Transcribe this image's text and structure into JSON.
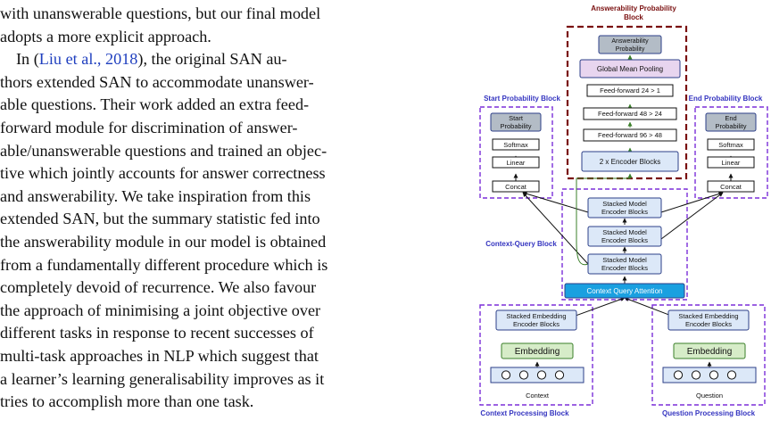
{
  "text": {
    "p0_lines": [
      "with unanswerable questions, but our final model",
      "adopts a more explicit approach."
    ],
    "p1_pre": "In (",
    "p1_cite": "Liu et al., 2018",
    "p1_post": "), the original SAN au-",
    "p1_lines": [
      "thors extended SAN to accommodate unanswer-",
      "able questions. Their work added an extra feed-",
      "forward module for discrimination of answer-",
      "able/unanswerable questions and trained an objec-",
      "tive which jointly accounts for answer correctness",
      "and answerability. We take inspiration from this",
      "extended SAN, but the summary statistic fed into",
      "the answerability module in our model is obtained",
      "from a fundamentally different procedure which is",
      "completely devoid of recurrence. We also favour",
      "the approach of minimising a joint objective over",
      "different tasks in response to recent successes of",
      "multi-task approaches in NLP which suggest that",
      "a learner’s learning generalisability improves as it",
      "tries to accomplish more than one task."
    ]
  },
  "figure": {
    "block_labels": {
      "answerability_line1": "Answerability Probability",
      "answerability_line2": "Block",
      "start": "Start Probability Block",
      "end": "End Probability Block",
      "context_query": "Context-Query Block",
      "context_processing": "Context Processing Block",
      "question_processing": "Question Processing Block"
    },
    "answerability": {
      "prob_line1": "Answerability",
      "prob_line2": "Probability",
      "pooling": "Global Mean Pooling",
      "ff1": "Feed-forward 24 > 1",
      "ff2": "Feed-forward 48 > 24",
      "ff3": "Feed-forward 96 > 48",
      "encoder": "2 x Encoder Blocks"
    },
    "start_block": {
      "prob_line1": "Start",
      "prob_line2": "Probability",
      "softmax": "Softmax",
      "linear": "Linear",
      "concat": "Concat"
    },
    "end_block": {
      "prob_line1": "End",
      "prob_line2": "Probability",
      "softmax": "Softmax",
      "linear": "Linear",
      "concat": "Concat"
    },
    "model_encoder": {
      "line1": "Stacked Model",
      "line2": "Encoder Blocks"
    },
    "cqa": "Context Query Attention",
    "embedding_encoder": {
      "line1": "Stacked Embedding",
      "line2": "Encoder Blocks"
    },
    "embedding": "Embedding",
    "context_input": "Context",
    "question_input": "Question",
    "colors": {
      "purple_dash": "#7b2fd8",
      "maroon_dash": "#7a1010",
      "block_fill": "#dce8f8",
      "block_stroke": "#2c3f88",
      "label_blue": "#3535c0",
      "green_fill": "#d6ecc8",
      "green_stroke": "#3b7f2a",
      "pink_fill": "#e8d5ef",
      "gray_fill": "#b3bcc6",
      "cqa_fill": "#1aa0e0"
    }
  }
}
